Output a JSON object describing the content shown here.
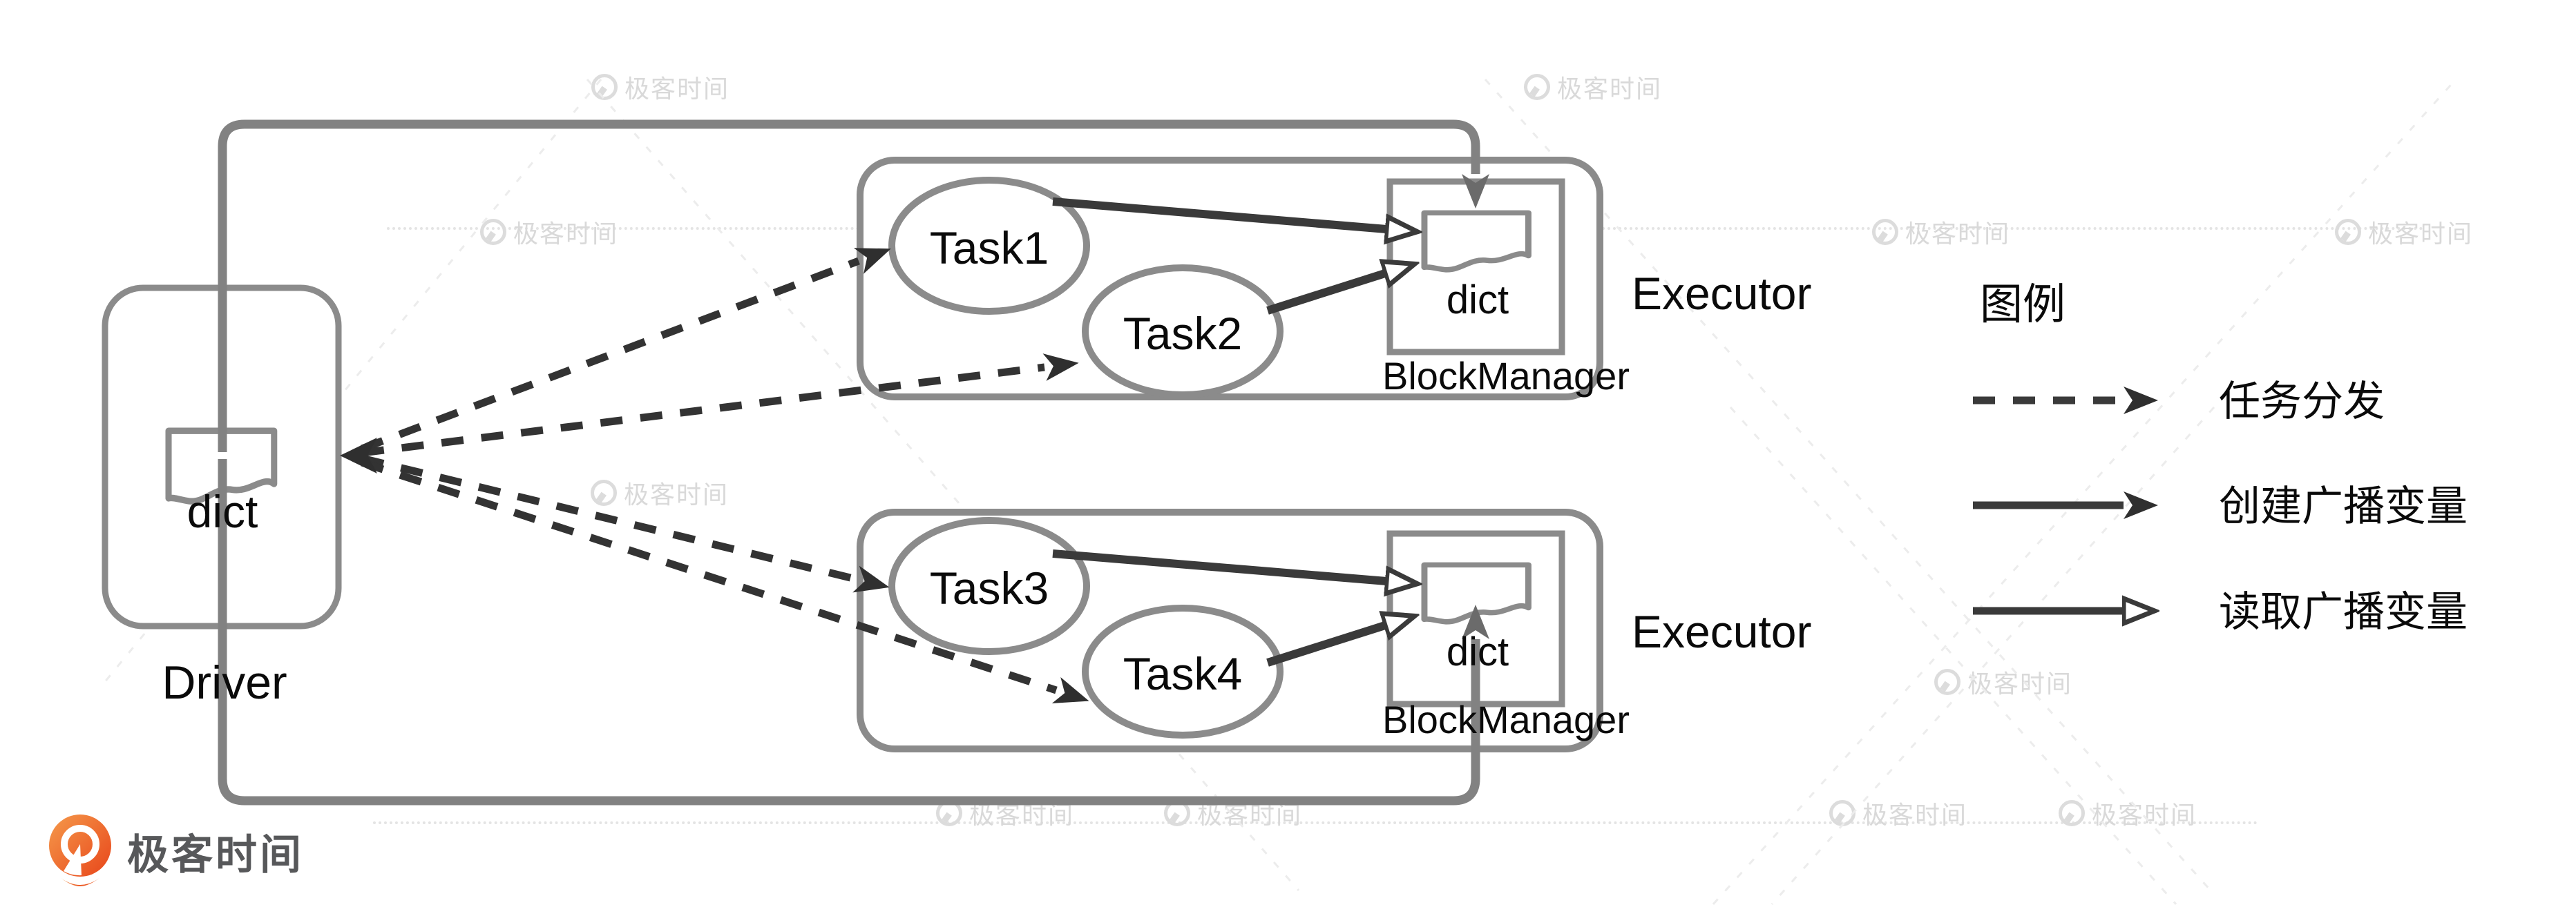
{
  "diagram": {
    "driver": {
      "label": "Driver",
      "dict_label": "dict"
    },
    "executors": [
      {
        "label": "Executor",
        "block_manager_label": "BlockManager",
        "dict_label": "dict",
        "tasks": [
          "Task1",
          "Task2"
        ]
      },
      {
        "label": "Executor",
        "block_manager_label": "BlockManager",
        "dict_label": "dict",
        "tasks": [
          "Task3",
          "Task4"
        ]
      }
    ],
    "legend": {
      "title": "图例",
      "items": [
        {
          "label": "任务分发",
          "line_style": "dashed",
          "arrowhead": "filled"
        },
        {
          "label": "创建广播变量",
          "line_style": "solid",
          "arrowhead": "filled"
        },
        {
          "label": "读取广播变量",
          "line_style": "solid",
          "arrowhead": "hollow"
        }
      ]
    },
    "colors": {
      "box_stroke": "#8b8b8b",
      "loop_line": "#828282",
      "loop_arrowhead": "#6b6b6b",
      "arrow_dark": "#3a3a3a",
      "text": "#0a0a0a",
      "watermark": "#d9d9d9",
      "brand_orange": "#EE5A24",
      "brand_text": "#57585a"
    }
  },
  "watermark": {
    "text": "极客时间"
  },
  "footer": {
    "brand": "极客时间"
  }
}
